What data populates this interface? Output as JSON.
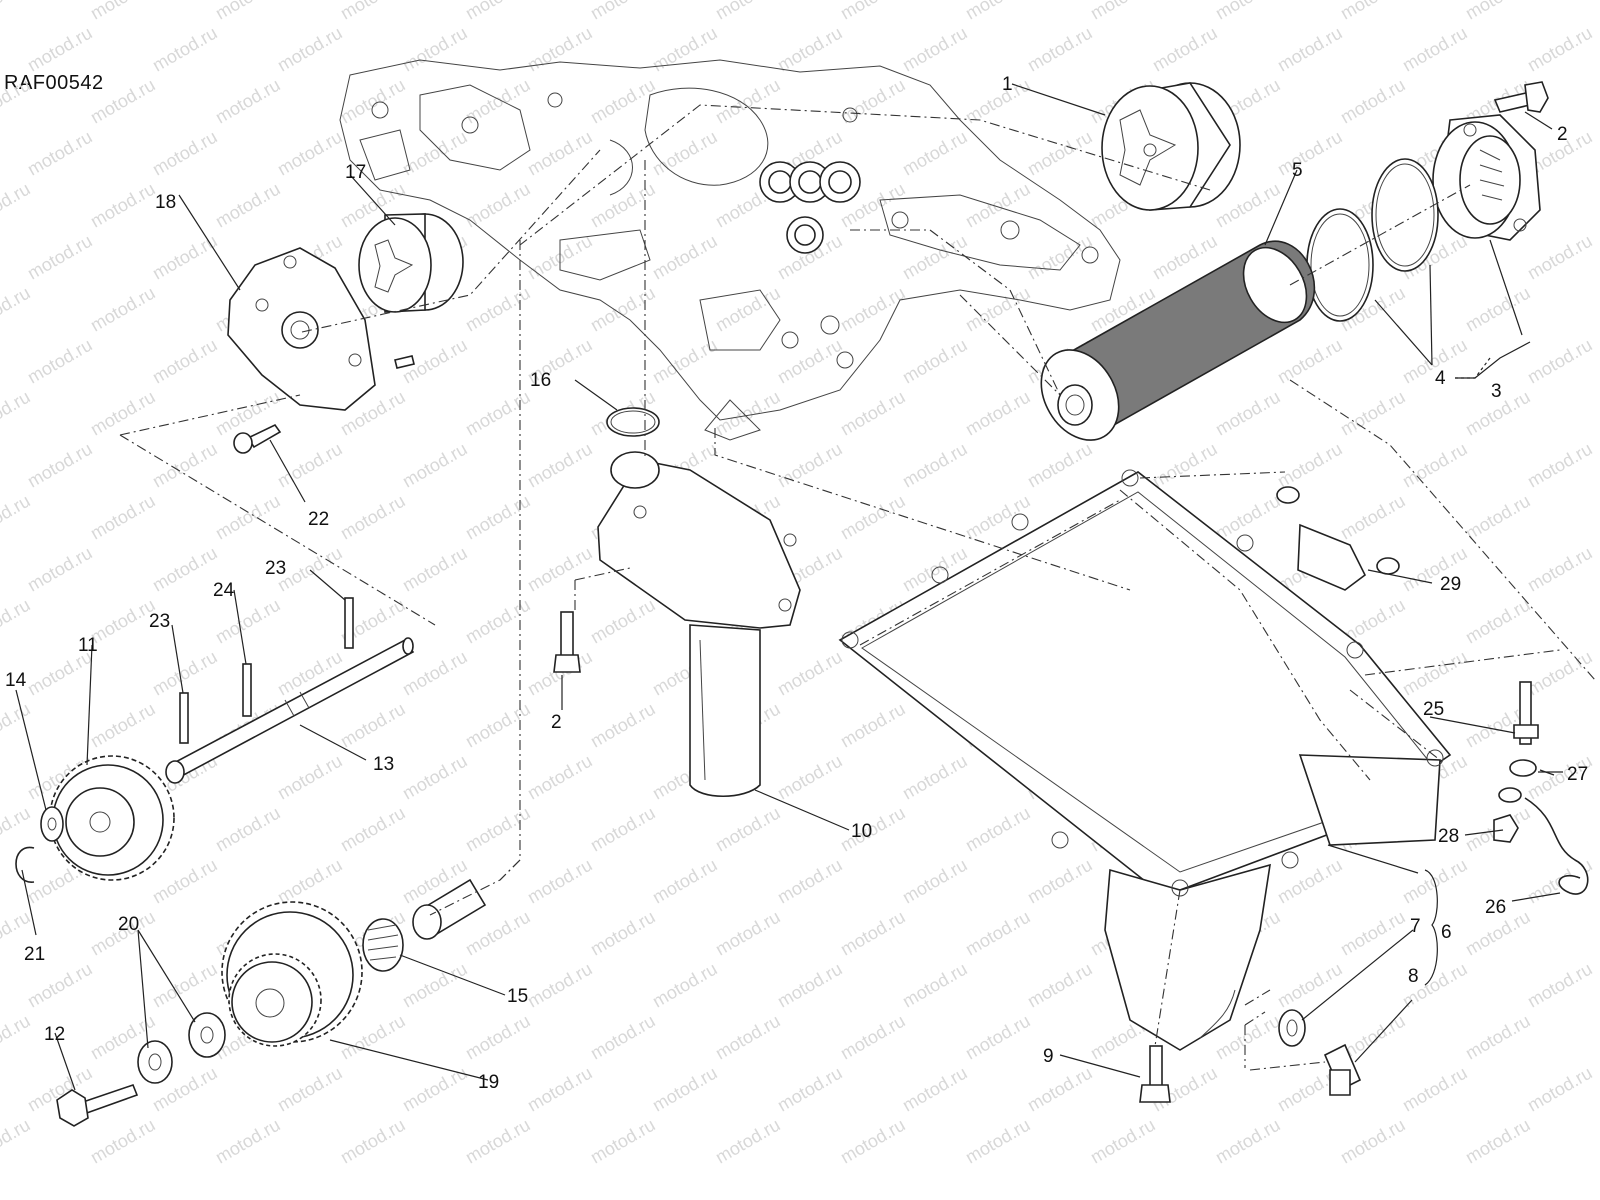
{
  "drawing_code": "RAF00542",
  "watermark": "motod.ru",
  "filter_fill_color": "#7a7a7a",
  "callouts": [
    "1",
    "2",
    "2",
    "3",
    "4",
    "5",
    "6",
    "7",
    "8",
    "9",
    "10",
    "11",
    "12",
    "13",
    "14",
    "15",
    "16",
    "17",
    "18",
    "19",
    "20",
    "21",
    "22",
    "23",
    "23",
    "24",
    "25",
    "26",
    "27",
    "28",
    "29"
  ]
}
